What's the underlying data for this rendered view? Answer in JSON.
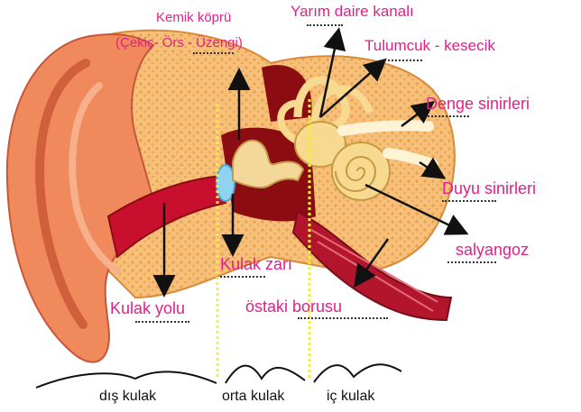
{
  "labels": {
    "ossicles_title": "Kemik köprü",
    "ossicles_sub": "(Çekiç- Örs - Üzengi)",
    "semicircular": "Yarım daire kanalı",
    "utricle": "Tulumcuk - kesecik",
    "balance_nerves": "Denge sinirleri",
    "hearing_nerves": "Duyu sinirleri",
    "cochlea": "salyangoz",
    "eardrum": "Kulak zarı",
    "eustachian": "östaki borusu",
    "ear_canal": "Kulak yolu"
  },
  "sections": {
    "outer": "dış kulak",
    "middle": "orta kulak",
    "inner": "iç kulak"
  },
  "colors": {
    "label_text": "#e0218a",
    "section_text": "#111111",
    "divider": "#f2ef3a",
    "arrow": "#111111",
    "skin": "#f08a5d",
    "bone": "#f6c07a",
    "bone_pores": "#e9a24a",
    "canal": "#c8102e",
    "cavity": "#8b0d12",
    "eardrum": "#8fd3f0",
    "ossicle": "#f4d79a",
    "labyrinth": "#f7d98f",
    "nerve": "#fff3d6",
    "muscle": "#b3162c"
  }
}
